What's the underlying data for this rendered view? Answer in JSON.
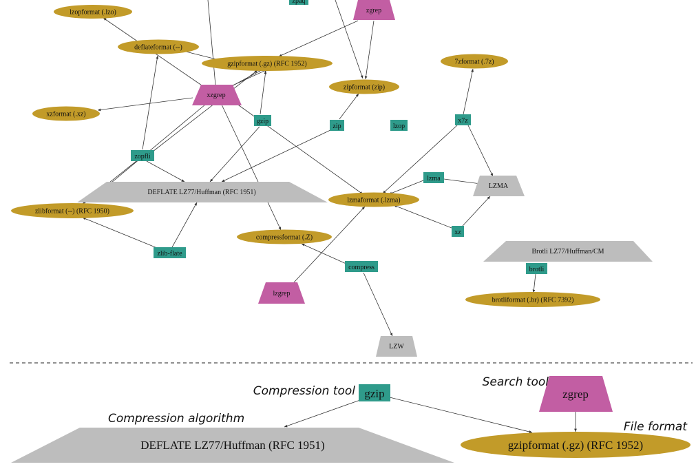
{
  "colors": {
    "tool": "#2f9b8b",
    "search_tool": "#c25ea3",
    "format": "#c29b29",
    "algorithm": "#bdbdbd",
    "edge": "#333333",
    "divider": "#222222",
    "text": "#111111"
  },
  "nodes": {
    "lzopformat": "lzopformat (.lzo)",
    "zpaq": "zpaq",
    "zgrep": "zgrep",
    "deflateformat": "deflateformat (--)",
    "gzipformat": "gzipformat (.gz) (RFC 1952)",
    "sevenzformat": "7zformat (.7z)",
    "zipformat": "zipformat (zip)",
    "xzgrep": "xzgrep",
    "xzformat": "xzformat (.xz)",
    "gzip": "gzip",
    "zip": "zip",
    "lzop": "lzop",
    "x7z": "x7z",
    "zopfli": "zopfli",
    "deflate_alg": "DEFLATE LZ77/Huffman (RFC 1951)",
    "lzma": "lzma",
    "lzma_alg": "LZMA",
    "zlibformat": "zlibformat (--) (RFC 1950)",
    "lzmaformat": "lzmaformat (.lzma)",
    "xz": "xz",
    "compressformat": "compressformat (.Z)",
    "brotli_alg": "Brotli LZ77/Huffman/CM",
    "zlib_flate": "zlib-flate",
    "compress": "compress",
    "brotli": "brotli",
    "lzgrep": "lzgrep",
    "brotliformat": "brotliformat (.br) (RFC 7392)",
    "lzw_alg": "LZW"
  },
  "legend": {
    "tool_label": "Compression tool",
    "tool_example": "gzip",
    "search_label": "Search tool",
    "search_example": "zgrep",
    "algorithm_label": "Compression algorithm",
    "algorithm_example": "DEFLATE LZ77/Huffman (RFC 1951)",
    "format_label": "File format",
    "format_example": "gzipformat (.gz) (RFC 1952)"
  }
}
